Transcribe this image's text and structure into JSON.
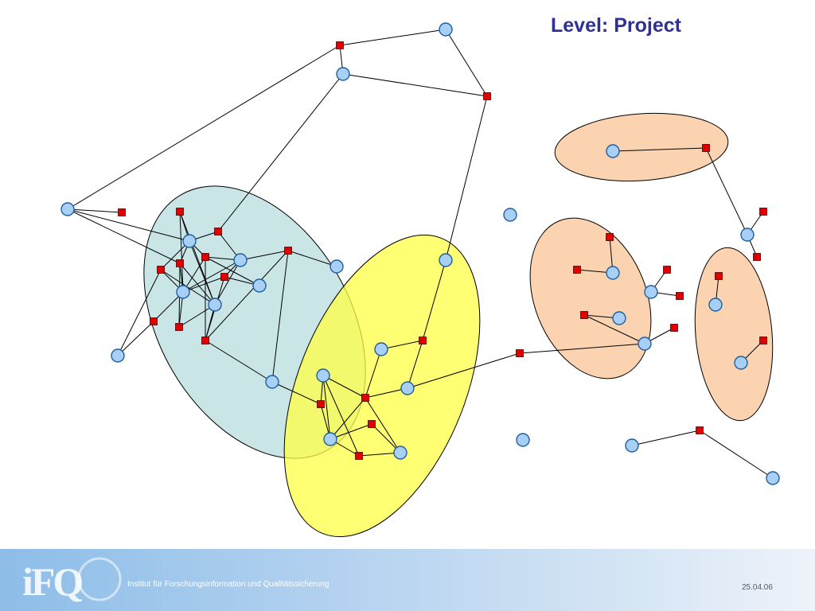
{
  "slide": {
    "title": "Level: Project"
  },
  "footer": {
    "logo_text": "iFQ",
    "institute": "Institut für Forschungsinformation und Qualitätssicherung",
    "date": "25.04.06"
  },
  "colors": {
    "title": "#2e3192",
    "circle_node_fill": "#a8cff5",
    "circle_node_stroke": "#1f5f9f",
    "square_node_fill": "#e00000",
    "cluster_teal": "#a7d3d6",
    "cluster_yellow": "#ffff44",
    "cluster_peach": "#fbd3b0",
    "footer_gradient_start": "#8dbde8",
    "footer_gradient_end": "#eef3fa"
  }
}
